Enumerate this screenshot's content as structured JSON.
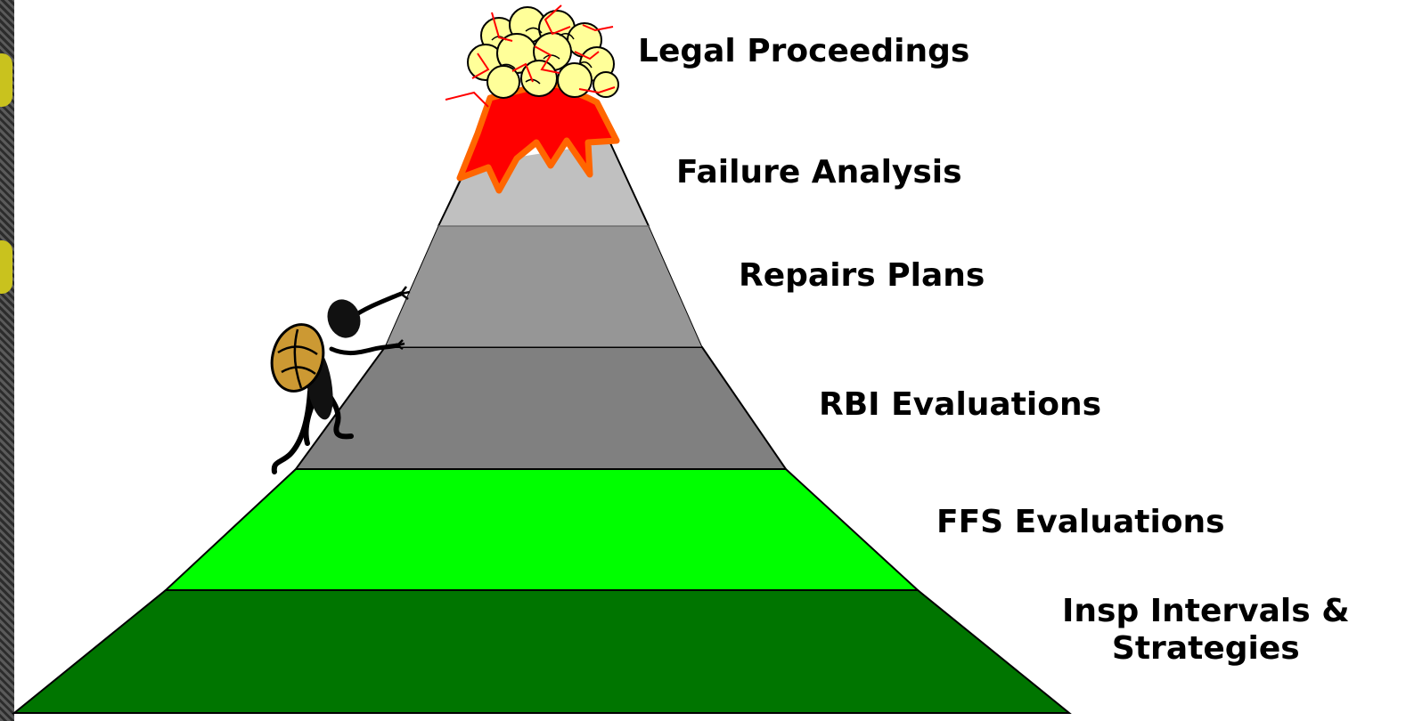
{
  "labels": [
    {
      "text": "Legal Proceedings"
    },
    {
      "text": "Failure Analysis"
    },
    {
      "text": "Repairs Plans"
    },
    {
      "text": "RBI Evaluations"
    },
    {
      "text": "FFS Evaluations"
    },
    {
      "text": "Insp Intervals &",
      "text2": "Strategies"
    }
  ],
  "colors": {
    "bottom_tier": "#007500",
    "green_tier": "#00ff00",
    "dark_gray_tier": "#808080",
    "mid_gray_tier": "#969696",
    "light_gray_tier": "#c0c0c0",
    "eruption_fill": "#ff0000",
    "eruption_outline": "#ff6600",
    "cloud": "#ffff99",
    "backpack": "#cc9933"
  },
  "icons": {
    "eruption": "volcano-eruption-icon",
    "cloud": "smoke-cloud-icon",
    "climber": "climber-icon"
  }
}
